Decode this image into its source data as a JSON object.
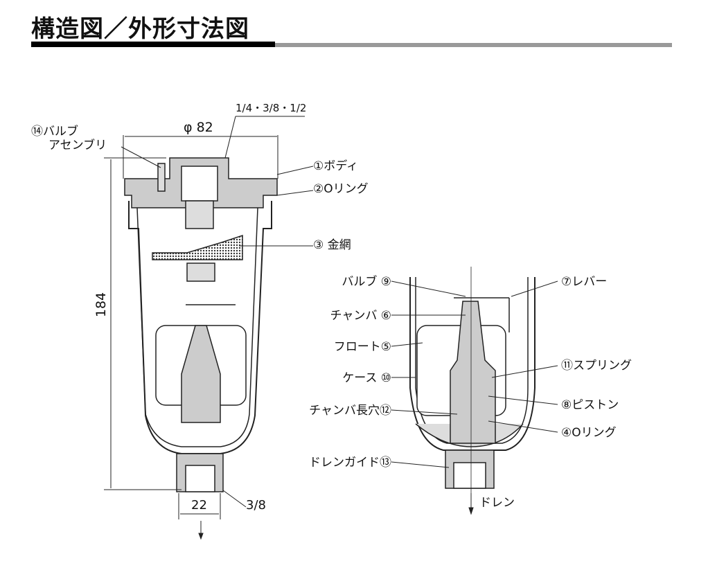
{
  "title": "構造図／外形寸法図",
  "dimensions": {
    "diameter": "φ 82",
    "port_sizes": "1/4・3/8・1/2",
    "height": "184",
    "drain_width": "22",
    "drain_port": "3/8"
  },
  "left_labels": {
    "valve_assembly_1": "⑭バルブ",
    "valve_assembly_2": "アセンブリ",
    "body": "①ボディ",
    "o_ring": "②Oリング",
    "mesh": "③ 金網"
  },
  "right_labels": {
    "valve": "バルブ ⑨",
    "lever": "⑦レバー",
    "chamber": "チャンバ ⑥",
    "float": "フロート⑤",
    "case": "ケース ⑩",
    "spring": "⑪スプリング",
    "piston": "⑧ピストン",
    "chamber_slot": "チャンバ長穴⑫",
    "o_ring": "④Oリング",
    "drain_guide": "ドレンガイド⑬",
    "drain": "ドレン"
  }
}
